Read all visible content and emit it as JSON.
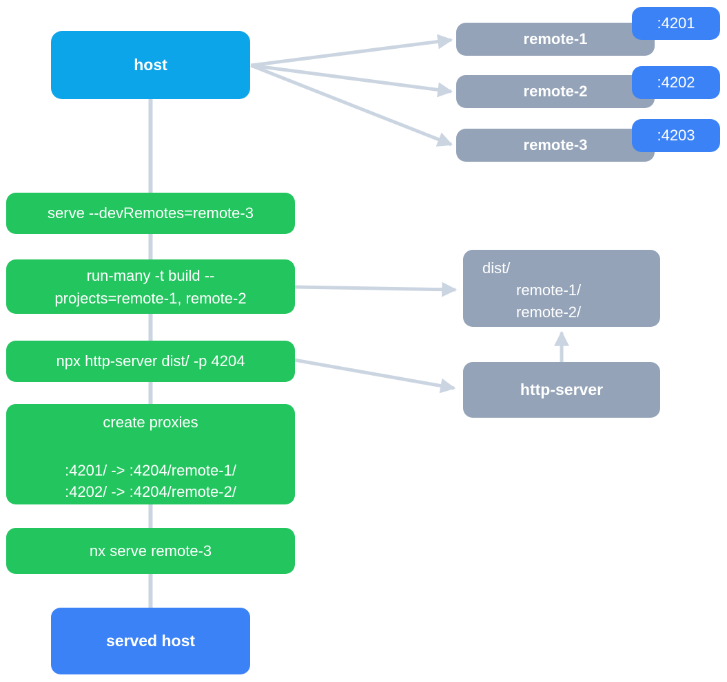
{
  "colors": {
    "host": "#0da5e9",
    "remote": "#94a3b8",
    "port": "#3b82f6",
    "command": "#22c55e",
    "served": "#3b82f6",
    "connector": "#cbd5e1",
    "text": "#ffffff"
  },
  "nodes": {
    "host": {
      "label": "host"
    },
    "remotes": [
      {
        "label": "remote-1",
        "port": ":4201"
      },
      {
        "label": "remote-2",
        "port": ":4202"
      },
      {
        "label": "remote-3",
        "port": ":4203"
      }
    ],
    "dist": {
      "lines": [
        "dist/",
        "remote-1/",
        "remote-2/"
      ]
    },
    "http_server": {
      "label": "http-server"
    },
    "served_host": {
      "label": "served host"
    }
  },
  "commands": [
    {
      "text": "serve --devRemotes=remote-3"
    },
    {
      "lines": [
        "run-many -t build --",
        "projects=remote-1, remote-2"
      ]
    },
    {
      "text": "npx http-server dist/ -p 4204"
    },
    {
      "title": "create proxies",
      "lines": [
        ":4201/ -> :4204/remote-1/",
        ":4202/ -> :4204/remote-2/"
      ]
    },
    {
      "text": "nx serve remote-3"
    }
  ]
}
